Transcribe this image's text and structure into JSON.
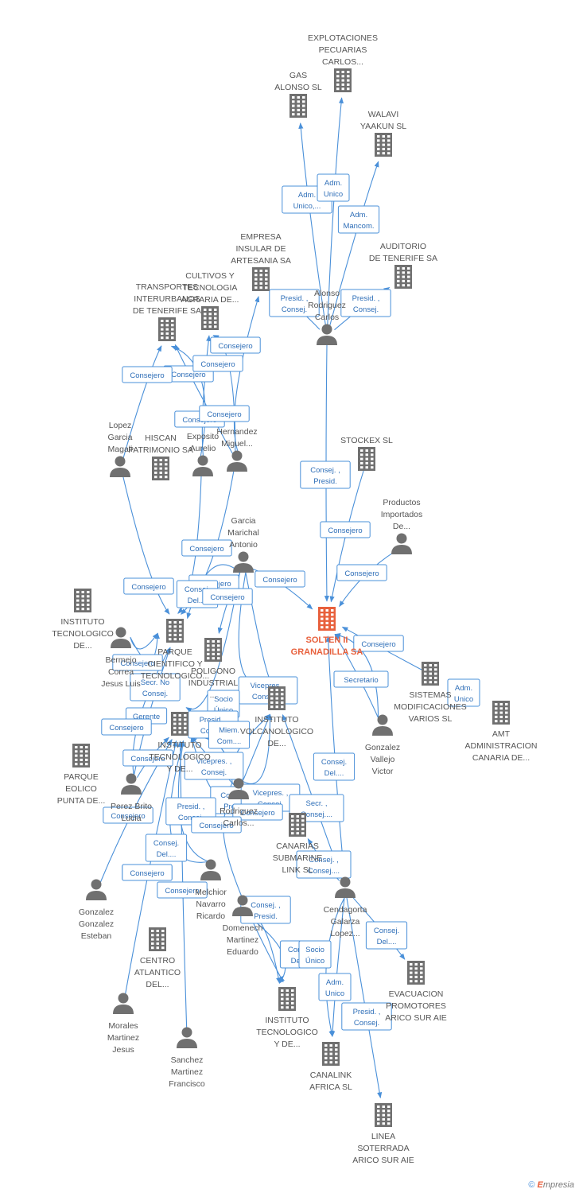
{
  "colors": {
    "edge": "#4a90d9",
    "node": "#707070",
    "focus": "#e8603c",
    "label": "#555555"
  },
  "footer": {
    "copyright": "©",
    "brand_e": "E",
    "brand_rest": "mpresia"
  },
  "nodes": [
    {
      "id": "solten",
      "type": "company",
      "focus": true,
      "label": [
        "SOLTEN II",
        "GRANADILLA SA"
      ]
    },
    {
      "id": "explot",
      "type": "company",
      "label": [
        "EXPLOTACIONES",
        "PECUARIAS",
        "CARLOS..."
      ]
    },
    {
      "id": "gas",
      "type": "company",
      "label": [
        "GAS",
        "ALONSO SL"
      ]
    },
    {
      "id": "walavi",
      "type": "company",
      "label": [
        "WALAVI",
        "YAAKUN  SL"
      ]
    },
    {
      "id": "auditorio",
      "type": "company",
      "label": [
        "AUDITORIO",
        "DE TENERIFE SA"
      ]
    },
    {
      "id": "artesania",
      "type": "company",
      "label": [
        "EMPRESA",
        "INSULAR DE",
        "ARTESANIA SA"
      ]
    },
    {
      "id": "cultivos",
      "type": "company",
      "label": [
        "CULTIVOS Y",
        "TECNOLOGIA",
        "AGRARIA DE..."
      ]
    },
    {
      "id": "transportes",
      "type": "company",
      "label": [
        "TRANSPORTES",
        "INTERURBANOS",
        "DE TENERIFE SA"
      ]
    },
    {
      "id": "hiscan",
      "type": "company",
      "label": [
        "HISCAN",
        "PATRIMONIO SA"
      ]
    },
    {
      "id": "stockex",
      "type": "company",
      "label": [
        "STOCKEX  SL"
      ]
    },
    {
      "id": "itdesarrollo1",
      "type": "company",
      "label": [
        "INSTITUTO",
        "TECNOLOGICO",
        "DE..."
      ]
    },
    {
      "id": "parquecien",
      "type": "company",
      "label": [
        "PARQUE",
        "CIENTIFICO Y",
        "TECNOLOGICO..."
      ]
    },
    {
      "id": "poligono",
      "type": "company",
      "label": [
        "POLIGONO",
        "INDUSTRIAL",
        "..."
      ]
    },
    {
      "id": "itvolc",
      "type": "company",
      "label": [
        "INSTITUTO",
        "VOLCANOLOGICO",
        "DE..."
      ]
    },
    {
      "id": "itenergias",
      "type": "company",
      "label": [
        "INSTITUTO",
        "TECNOLOGICO",
        "Y DE..."
      ]
    },
    {
      "id": "sistemas",
      "type": "company",
      "label": [
        "SISTEMAS",
        "MODIFICACIONES",
        "VARIOS SL"
      ]
    },
    {
      "id": "amt",
      "type": "company",
      "label": [
        "AMT",
        "ADMINISTRACION",
        "CANARIA DE..."
      ]
    },
    {
      "id": "parqueeolico",
      "type": "company",
      "label": [
        "PARQUE",
        "EOLICO",
        "PUNTA DE..."
      ]
    },
    {
      "id": "canarias",
      "type": "company",
      "label": [
        "CANARIAS",
        "SUBMARINE",
        "LINK SL"
      ]
    },
    {
      "id": "centro",
      "type": "company",
      "label": [
        "CENTRO",
        "ATLANTICO",
        "DEL..."
      ]
    },
    {
      "id": "itdesarrollo2",
      "type": "company",
      "label": [
        "INSTITUTO",
        "TECNOLOGICO",
        "Y DE..."
      ]
    },
    {
      "id": "canalink",
      "type": "company",
      "label": [
        "CANALINK",
        "AFRICA SL"
      ]
    },
    {
      "id": "evacuacion",
      "type": "company",
      "label": [
        "EVACUACION",
        "PROMOTORES",
        "ARICO SUR AIE"
      ]
    },
    {
      "id": "linea",
      "type": "company",
      "label": [
        "LINEA",
        "SOTERRADA",
        "ARICO SUR AIE"
      ]
    },
    {
      "id": "alonso",
      "type": "person",
      "label": [
        "Alonso",
        "Rodriguez",
        "Carlos"
      ]
    },
    {
      "id": "productos",
      "type": "person",
      "label": [
        "Productos",
        "Importados",
        "De..."
      ]
    },
    {
      "id": "lopez",
      "type": "person",
      "label": [
        "Lopez",
        "Garcia",
        "Magali"
      ]
    },
    {
      "id": "exposito",
      "type": "person",
      "label": [
        "Exposito",
        "Aurelio"
      ]
    },
    {
      "id": "hernandez",
      "type": "person",
      "label": [
        "Hernandez",
        "Miguel..."
      ]
    },
    {
      "id": "garcia",
      "type": "person",
      "label": [
        "Garcia",
        "Marichal",
        "Antonio"
      ]
    },
    {
      "id": "bermejo",
      "type": "person",
      "label": [
        "Bermejo",
        "Correa",
        "Jesus Luis"
      ]
    },
    {
      "id": "gvallejo",
      "type": "person",
      "label": [
        "Gonzalez",
        "Vallejo",
        "Victor"
      ]
    },
    {
      "id": "perez",
      "type": "person",
      "label": [
        "Perez Brito",
        "Lucia"
      ]
    },
    {
      "id": "rodriguezc",
      "type": "person",
      "label": [
        "Rodriguez",
        "Carlos..."
      ]
    },
    {
      "id": "ggonzalez",
      "type": "person",
      "label": [
        "Gonzalez",
        "Gonzalez",
        "Esteban"
      ]
    },
    {
      "id": "melchior",
      "type": "person",
      "label": [
        "Melchior",
        "Navarro",
        "Ricardo"
      ]
    },
    {
      "id": "cendagorta",
      "type": "person",
      "label": [
        "Cendagorta",
        "Galarza",
        "Lopez..."
      ]
    },
    {
      "id": "domenech",
      "type": "person",
      "label": [
        "Domenech",
        "Martinez",
        "Eduardo"
      ]
    },
    {
      "id": "morales",
      "type": "person",
      "label": [
        "Morales",
        "Martinez",
        "Jesus"
      ]
    },
    {
      "id": "sanchez",
      "type": "person",
      "label": [
        "Sanchez",
        "Martinez",
        "Francisco"
      ]
    }
  ],
  "edges": [
    {
      "from": "alonso",
      "to": "gas",
      "label": [
        "Adm.",
        "Unico,..."
      ]
    },
    {
      "from": "alonso",
      "to": "explot",
      "label": [
        "Adm.",
        "Unico"
      ]
    },
    {
      "from": "alonso",
      "to": "walavi",
      "label": [
        "Adm.",
        "Mancom."
      ]
    },
    {
      "from": "alonso",
      "to": "artesania",
      "label": [
        "Presid. ,",
        "Consej."
      ]
    },
    {
      "from": "alonso",
      "to": "auditorio",
      "label": [
        "Presid. ,",
        "Consej."
      ]
    },
    {
      "from": "alonso",
      "to": "solten",
      "label": [
        "Consej. ,",
        "Presid."
      ]
    },
    {
      "from": "productos",
      "to": "solten",
      "label": [
        "Consejero"
      ]
    },
    {
      "from": "stockex",
      "to": "solten",
      "label": [
        "Consejero"
      ]
    },
    {
      "from": "hernandez",
      "to": "cultivos",
      "label": [
        "Consejero"
      ]
    },
    {
      "from": "hernandez",
      "to": "transportes",
      "label": [
        "Consejero"
      ]
    },
    {
      "from": "exposito",
      "to": "transportes",
      "label": [
        "Consejero"
      ]
    },
    {
      "from": "exposito",
      "to": "cultivos",
      "label": [
        "Consejero"
      ]
    },
    {
      "from": "lopez",
      "to": "transportes",
      "label": [
        "Consejero"
      ]
    },
    {
      "from": "hernandez",
      "to": "artesania",
      "label": [
        "Consejero"
      ]
    },
    {
      "from": "garcia",
      "to": "solten",
      "label": [
        "Consejero"
      ]
    },
    {
      "from": "lopez",
      "to": "parquecien",
      "label": [
        "Consejero"
      ]
    },
    {
      "from": "hernandez",
      "to": "parquecien",
      "label": [
        "Consejero"
      ]
    },
    {
      "from": "exposito",
      "to": "parquecien",
      "label": [
        "Consej.",
        "Del...."
      ]
    },
    {
      "from": "garcia",
      "to": "parquecien",
      "label": [
        "Consejero"
      ]
    },
    {
      "from": "garcia",
      "to": "poligono",
      "label": [
        "Consejero"
      ]
    },
    {
      "from": "bermejo",
      "to": "parquecien",
      "label": [
        "Consejero"
      ]
    },
    {
      "from": "gvallejo",
      "to": "solten",
      "label": [
        "Secretario"
      ]
    },
    {
      "from": "gvallejo",
      "to": "solten",
      "label": [
        "Consejero"
      ]
    },
    {
      "from": "sistemas",
      "to": "solten",
      "label": [
        "Adm.",
        "Unico"
      ]
    },
    {
      "from": "bermejo",
      "to": "parquecien",
      "label": [
        "Secr.  No",
        "Consej."
      ]
    },
    {
      "from": "perez",
      "to": "parquecien",
      "label": [
        "Gerente"
      ]
    },
    {
      "from": "perez",
      "to": "parquecien",
      "label": [
        "Consejero"
      ]
    },
    {
      "from": "garcia",
      "to": "itvolc",
      "label": [
        "Vicepres. ,",
        "Consej...."
      ]
    },
    {
      "from": "garcia",
      "to": "itvolc",
      "label": [
        "Socio",
        "Único"
      ]
    },
    {
      "from": "garcia",
      "to": "itenergias",
      "label": [
        "Presid. ,",
        "Consej."
      ]
    },
    {
      "from": "rodriguezc",
      "to": "itenergias",
      "label": [
        "Miem.",
        "Com...."
      ]
    },
    {
      "from": "rodriguezc",
      "to": "itvolc",
      "label": [
        "Vicepres. ,",
        "Consej."
      ]
    },
    {
      "from": "perez",
      "to": "itenergias",
      "label": [
        "Consejero"
      ]
    },
    {
      "from": "ggonzalez",
      "to": "itenergias",
      "label": [
        "Consejero"
      ]
    },
    {
      "from": "rodriguezc",
      "to": "itvolc",
      "label": [
        "Consej. ,",
        "Presid."
      ]
    },
    {
      "from": "rodriguezc",
      "to": "itvolc",
      "label": [
        "Vicepres. ,",
        "Consej."
      ]
    },
    {
      "from": "rodriguezc",
      "to": "itdesarrollo2",
      "label": [
        "Presid. ,",
        "Consej."
      ]
    },
    {
      "from": "rodriguezc",
      "to": "itenergias",
      "label": [
        "Consejero"
      ]
    },
    {
      "from": "rodriguezc",
      "to": "itenergias",
      "label": [
        "Consejero"
      ]
    },
    {
      "from": "cendagorta",
      "to": "itvolc",
      "label": [
        "Secr. ,",
        "Consej...."
      ]
    },
    {
      "from": "cendagorta",
      "to": "solten",
      "label": [
        "Consej.",
        "Del...."
      ]
    },
    {
      "from": "melchior",
      "to": "itenergias",
      "label": [
        "Consej.",
        "Del...."
      ]
    },
    {
      "from": "melchior",
      "to": "itenergias",
      "label": [
        "Consejero"
      ]
    },
    {
      "from": "cendagorta",
      "to": "canarias",
      "label": [
        "Consej. ,",
        "Consej...."
      ]
    },
    {
      "from": "domenech",
      "to": "itdesarrollo2",
      "label": [
        "Consej. ,",
        "Presid."
      ]
    },
    {
      "from": "domenech",
      "to": "itdesarrollo2",
      "label": [
        "Consej.",
        "Del...."
      ]
    },
    {
      "from": "cendagorta",
      "to": "canalink",
      "label": [
        "Socio",
        "Único"
      ]
    },
    {
      "from": "cendagorta",
      "to": "canalink",
      "label": [
        "Adm.",
        "Unico"
      ]
    },
    {
      "from": "cendagorta",
      "to": "evacuacion",
      "label": [
        "Consej.",
        "Del...."
      ]
    },
    {
      "from": "cendagorta",
      "to": "linea",
      "label": [
        "Presid. ,",
        "Consej."
      ]
    },
    {
      "from": "sanchez",
      "to": "itenergias",
      "label": [
        "Consejero"
      ]
    },
    {
      "from": "morales",
      "to": "itenergias",
      "label": [
        "Consejero"
      ]
    }
  ]
}
